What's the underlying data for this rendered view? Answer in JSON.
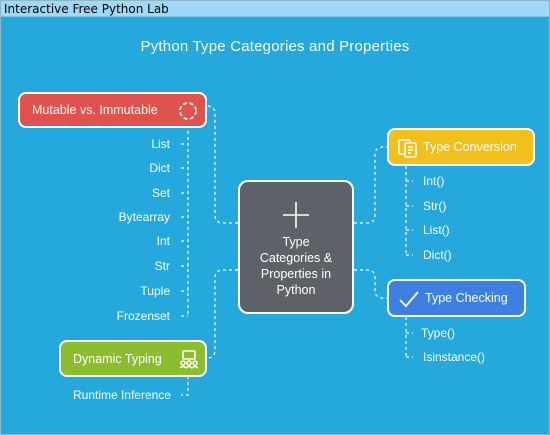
{
  "window": {
    "title": "Interactive Free Python Lab"
  },
  "diagram": {
    "title": "Python Type Categories and Properties",
    "center": {
      "label": "Type\nCategories &\nProperties in\nPython"
    },
    "mutable": {
      "label": "Mutable vs. Immutable",
      "icon": "circle-dashed-icon",
      "items": [
        "List",
        "Dict",
        "Set",
        "Bytearray",
        "Int",
        "Str",
        "Tuple",
        "Frozenset"
      ]
    },
    "conversion": {
      "label": "Type Conversion",
      "icon": "document-convert-icon",
      "items": [
        "Int()",
        "Str()",
        "List()",
        "Dict()"
      ]
    },
    "checking": {
      "label": "Type Checking",
      "icon": "checkmark-icon",
      "items": [
        "Type()",
        "Isinstance()"
      ]
    },
    "dynamic": {
      "label": "Dynamic Typing",
      "icon": "people-network-icon",
      "items": [
        "Runtime Inference"
      ]
    },
    "colors": {
      "background": "#25a9dc",
      "mutable": "#e0524e",
      "conversion": "#f2c01b",
      "checking": "#3e80e0",
      "dynamic": "#8dbc2e",
      "center": "#5d6268"
    }
  }
}
